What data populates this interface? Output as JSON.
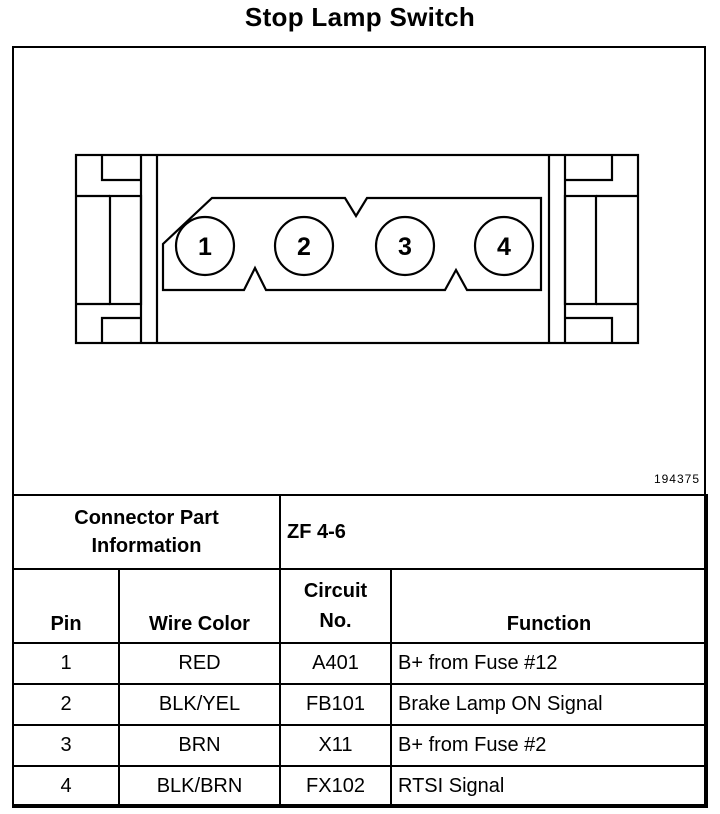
{
  "title": "Stop Lamp Switch",
  "part_number": "194375",
  "pins": [
    "1",
    "2",
    "3",
    "4"
  ],
  "connector_info": {
    "label_line1": "Connector Part",
    "label_line2": "Information",
    "value": "ZF 4-6"
  },
  "table": {
    "headers": {
      "pin": "Pin",
      "wire_color": "Wire Color",
      "circuit_line1": "Circuit",
      "circuit_line2": "No.",
      "function": "Function"
    },
    "rows": [
      {
        "pin": "1",
        "wire_color": "RED",
        "circuit": "A401",
        "function": "B+ from Fuse #12"
      },
      {
        "pin": "2",
        "wire_color": "BLK/YEL",
        "circuit": "FB101",
        "function": "Brake Lamp ON Signal"
      },
      {
        "pin": "3",
        "wire_color": "BRN",
        "circuit": "X11",
        "function": "B+ from Fuse #2"
      },
      {
        "pin": "4",
        "wire_color": "BLK/BRN",
        "circuit": "FX102",
        "function": "RTSI Signal"
      }
    ]
  }
}
